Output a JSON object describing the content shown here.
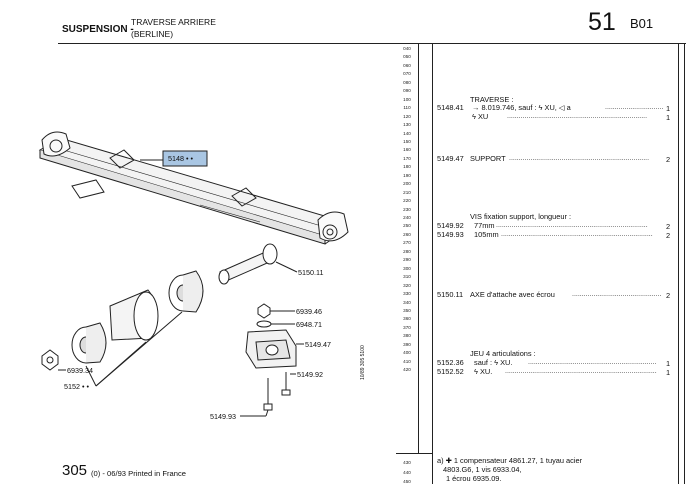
{
  "header": {
    "section": "SUSPENSION -",
    "title_line1": "TRAVERSE ARRIERE",
    "title_line2": "(BERLINE)",
    "group_number": "51",
    "page_code": "B01"
  },
  "line_numbers": [
    "040",
    "050",
    "060",
    "070",
    "080",
    "090",
    "100",
    "110",
    "120",
    "130",
    "140",
    "150",
    "160",
    "170",
    "180",
    "190",
    "200",
    "210",
    "220",
    "230",
    "240",
    "250",
    "260",
    "270",
    "280",
    "290",
    "300",
    "310",
    "320",
    "330",
    "340",
    "350",
    "360",
    "370",
    "380",
    "390",
    "400",
    "410",
    "420"
  ],
  "bottom_line_numbers": [
    "430",
    "440",
    "450"
  ],
  "parts": {
    "traverse_heading": "TRAVERSE :",
    "r1": {
      "ref": "5148.41",
      "desc": "→ 8.019.746, sauf : ϟ XU, ◁ a",
      "qty": "1"
    },
    "r2": {
      "desc": "ϟ XU",
      "qty": "1"
    },
    "r3": {
      "ref": "5149.47",
      "desc": "SUPPORT",
      "qty": "2"
    },
    "vis_heading": "VIS fixation support, longueur :",
    "r4": {
      "ref": "5149.92",
      "desc": "77mm",
      "qty": "2"
    },
    "r5": {
      "ref": "5149.93",
      "desc": "105mm",
      "qty": "2"
    },
    "r6": {
      "ref": "5150.11",
      "desc": "AXE d'attache avec écrou",
      "qty": "2"
    },
    "jeu_heading": "JEU 4 articulations :",
    "r7": {
      "ref": "5152.36",
      "desc": "sauf : ϟ XU.",
      "qty": "1"
    },
    "r8": {
      "ref": "5152.52",
      "desc": "ϟ XU.",
      "qty": "1"
    }
  },
  "callouts": {
    "c5148": "5148 • •",
    "c5150": "5150.11",
    "c6939_46": "6939.46",
    "c6948": "6948.71",
    "c5149_47": "5149.47",
    "c5149_92": "5149.92",
    "c6939_34": "6939.34",
    "c5152": "5152 • •",
    "c5149_93": "5149.93"
  },
  "note": {
    "line1": "a) ✚ 1 compensateur 4861.27, 1 tuyau acier",
    "line2": "4803.G6, 1 vis 6933.04,",
    "line3": "1 écrou 6935.09."
  },
  "footer": {
    "model": "305",
    "rest": "(0) - 06/93 Printed in France",
    "vertical_code": "10/89 305 5100"
  },
  "colors": {
    "ink": "#111111",
    "highlight": "#a9c6e3"
  }
}
